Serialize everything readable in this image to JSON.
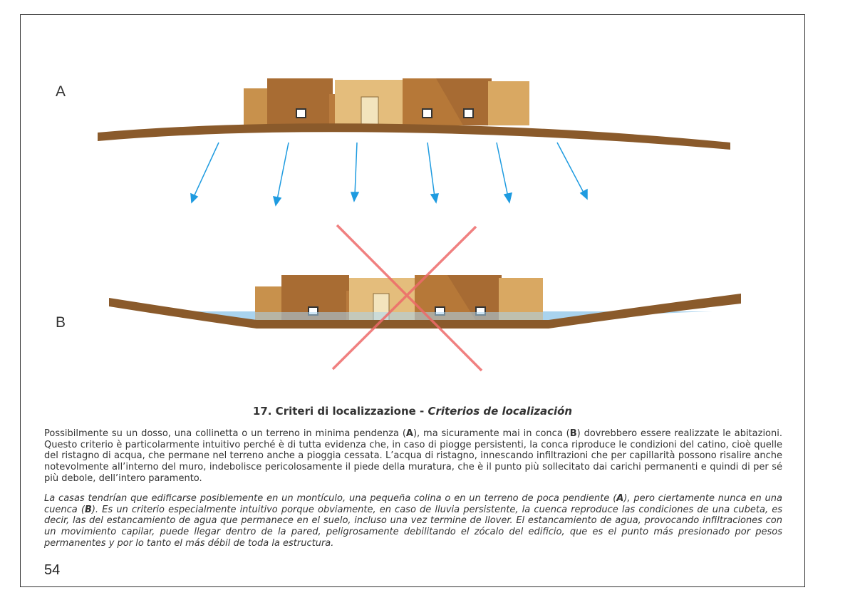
{
  "figure": {
    "label_a": "A",
    "label_b": "B",
    "colors": {
      "ground": "#8a5a2b",
      "arrow": "#1e9be0",
      "water": "#a9d3ee",
      "cross": "#ee6a6a",
      "wall_light": "#e4bd7c",
      "wall_mid": "#c8914c",
      "wall_dark": "#a86c33"
    }
  },
  "caption": {
    "number_title": "17. Criteri di localizzazione - ",
    "title_es": "Criterios de localización"
  },
  "paragraph_it": {
    "p1": "Possibilmente su un dosso, una collinetta o un terreno in minima pendenza (",
    "a": "A",
    "p2": "), ma sicuramente mai in conca (",
    "b": "B",
    "p3": ") dovrebbero essere realizzate le abitazioni. Questo criterio è particolarmente intuitivo perché è di tutta evidenza che, in caso di piogge persistenti, la conca riproduce le condizioni del catino, cioè quelle del ristagno di acqua, che permane nel terreno anche a pioggia cessata. L’acqua di ristagno, innescando infiltrazioni che per capillarità possono risalire anche notevolmente all’interno del muro, indebolisce pericolosamente il piede della muratura, che è il punto più sollecitato dai carichi permanenti e quindi di per sé più debole, dell’intero paramento."
  },
  "paragraph_es": {
    "p1": "La casas tendrían que edificarse posiblemente en un montículo, una pequeña colina o en un terreno de poca pendiente (",
    "a": "A",
    "p2": "), pero ciertamente nunca en una cuenca (",
    "b": "B",
    "p3": "). Es un criterio especialmente intuitivo porque obviamente, en caso de lluvia persistente, la cuenca reproduce las condiciones de una cubeta, es decir, las del estancamiento de agua que permanece en el suelo, incluso una vez termine de llover. El estancamiento de agua, provocando infiltraciones con un movimiento capilar, puede llegar dentro de la pared, peligrosamente debilitando el zócalo del edificio, que es el punto más presionado por pesos permanentes y por lo tanto el más débil de toda la estructura."
  },
  "page_number": "54"
}
